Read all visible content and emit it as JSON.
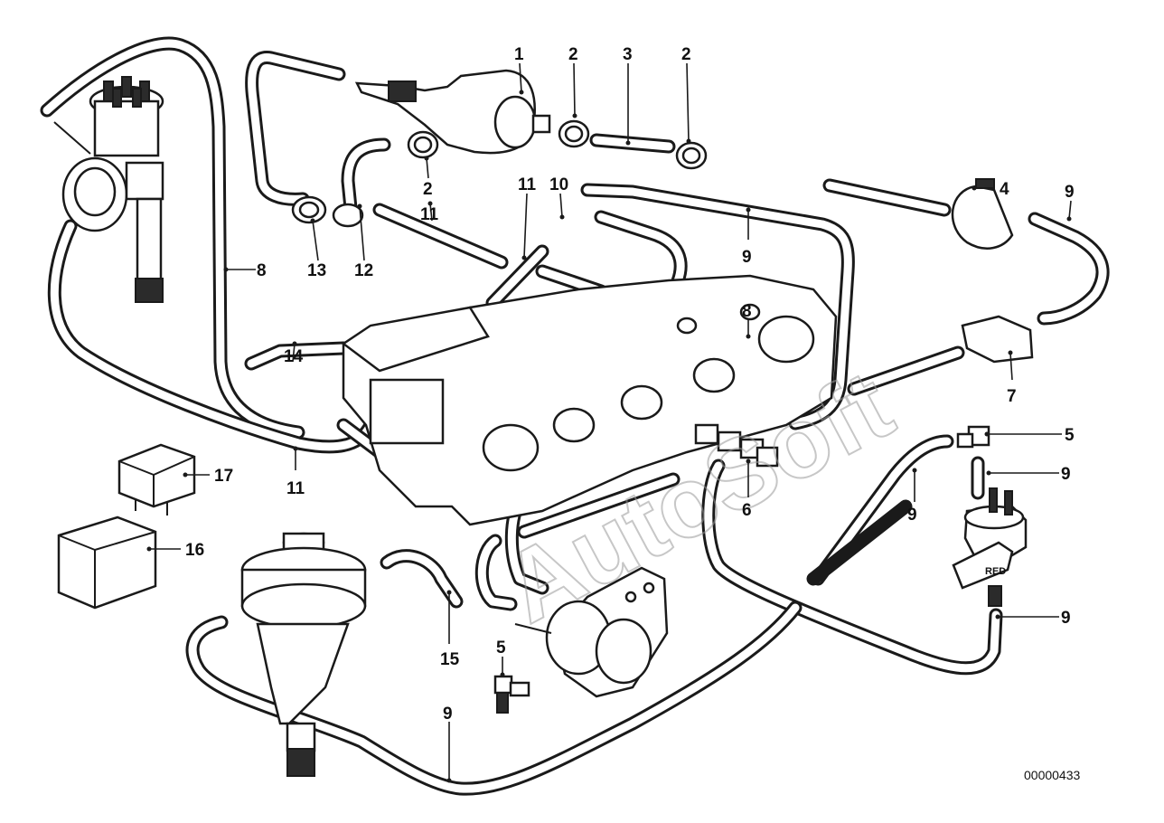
{
  "diagram": {
    "document_number": "00000433",
    "watermark": "AutoSoft",
    "valve_marking": "RED",
    "callouts": [
      {
        "id": "c1",
        "label": "1"
      },
      {
        "id": "c2a",
        "label": "2"
      },
      {
        "id": "c3",
        "label": "3"
      },
      {
        "id": "c2b",
        "label": "2"
      },
      {
        "id": "c2c",
        "label": "2"
      },
      {
        "id": "c4",
        "label": "4"
      },
      {
        "id": "c9a",
        "label": "9"
      },
      {
        "id": "c11a",
        "label": "11"
      },
      {
        "id": "c10",
        "label": "10"
      },
      {
        "id": "c11b",
        "label": "11"
      },
      {
        "id": "c9b",
        "label": "9"
      },
      {
        "id": "c8a",
        "label": "8"
      },
      {
        "id": "c13",
        "label": "13"
      },
      {
        "id": "c12",
        "label": "12"
      },
      {
        "id": "c8b",
        "label": "8"
      },
      {
        "id": "c7",
        "label": "7"
      },
      {
        "id": "c14",
        "label": "14"
      },
      {
        "id": "c5a",
        "label": "5"
      },
      {
        "id": "c9c",
        "label": "9"
      },
      {
        "id": "c11c",
        "label": "11"
      },
      {
        "id": "c17",
        "label": "17"
      },
      {
        "id": "c6",
        "label": "6"
      },
      {
        "id": "c9d",
        "label": "9"
      },
      {
        "id": "c16",
        "label": "16"
      },
      {
        "id": "c9e",
        "label": "9"
      },
      {
        "id": "c15",
        "label": "15"
      },
      {
        "id": "c5b",
        "label": "5"
      },
      {
        "id": "c9f",
        "label": "9"
      }
    ]
  }
}
